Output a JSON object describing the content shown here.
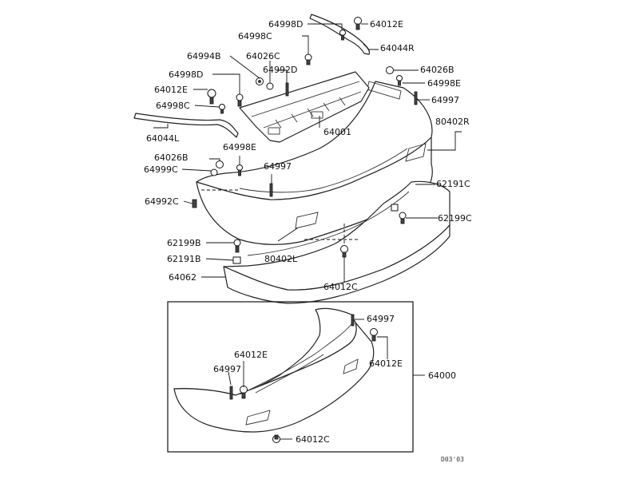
{
  "callouts": {
    "p64998D_top": "64998D",
    "p64998C_top": "64998C",
    "p64012E_top": "64012E",
    "p64044R": "64044R",
    "p64994B": "64994B",
    "p64026C": "64026C",
    "p64992D": "64992D",
    "p64998D_left": "64998D",
    "p64012E_left": "64012E",
    "p64998C_left": "64998C",
    "p64044L": "64044L",
    "p64026B_right": "64026B",
    "p64998E_right": "64998E",
    "p64997_right": "64997",
    "p64001": "64001",
    "p80402R": "80402R",
    "p64026B_left": "64026B",
    "p64998E_left": "64998E",
    "p64999C": "64999C",
    "p64997_mid": "64997",
    "p62191C": "62191C",
    "p64992C": "64992C",
    "p62199C": "62199C",
    "p62199B": "62199B",
    "p62191B": "62191B",
    "p80402L": "80402L",
    "p64062": "64062",
    "p64012C_mid": "64012C",
    "p64997_box_top": "64997",
    "p64012E_box_left": "64012E",
    "p64012E_box_right": "64012E",
    "p64997_box_left": "64997",
    "p64000": "64000",
    "p64012C_box": "64012C"
  },
  "diagram_code": "D03'03"
}
